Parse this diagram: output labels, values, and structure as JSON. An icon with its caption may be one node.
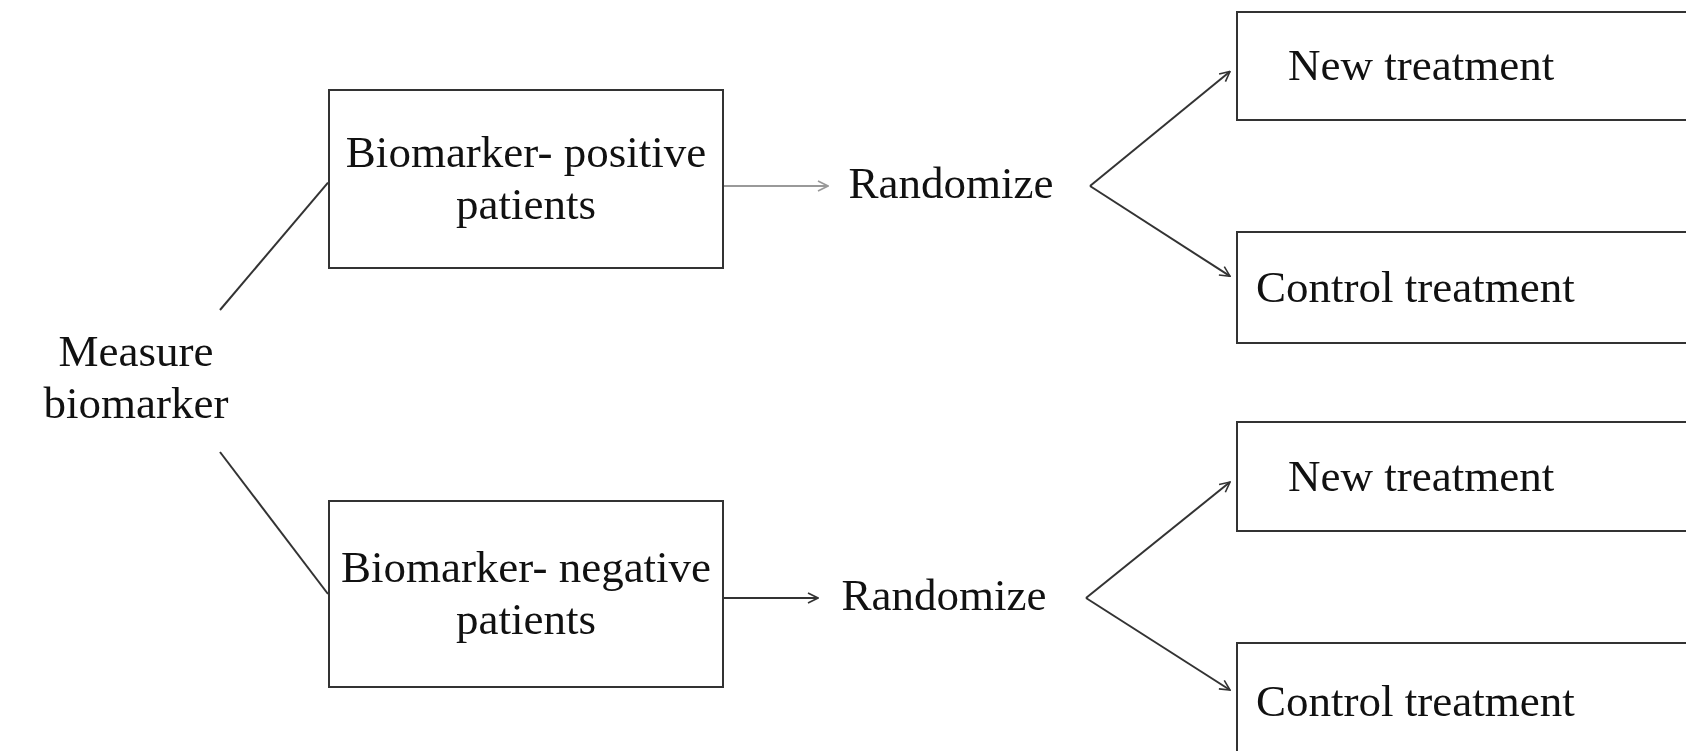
{
  "diagram": {
    "nodes": [
      {
        "text": [
          "Measure biomarker"
        ]
      },
      {
        "text": [
          "Biomarker- positive patients"
        ]
      },
      {
        "text": [
          "Randomize"
        ]
      },
      {
        "text": [
          "New treatment"
        ]
      },
      {
        "text": [
          "Control treatment"
        ]
      },
      {
        "text": [
          "Biomarker- negative patients"
        ]
      },
      {
        "text": [
          "Randomize"
        ]
      },
      {
        "text": [
          "New treatment"
        ]
      },
      {
        "text": [
          "Control treatment"
        ]
      }
    ],
    "edges": [
      {
        "from": 0,
        "to": 1,
        "arrow": "none"
      },
      {
        "from": 0,
        "to": 5,
        "arrow": "none"
      },
      {
        "from": 1,
        "to": 2,
        "arrow": "to",
        "color": "#999999"
      },
      {
        "from": 2,
        "to": 3,
        "arrow": "to"
      },
      {
        "from": 2,
        "to": 4,
        "arrow": "to"
      },
      {
        "from": 5,
        "to": 6,
        "arrow": "to"
      },
      {
        "from": 6,
        "to": 7,
        "arrow": "to"
      },
      {
        "from": 6,
        "to": 8,
        "arrow": "to"
      }
    ]
  }
}
